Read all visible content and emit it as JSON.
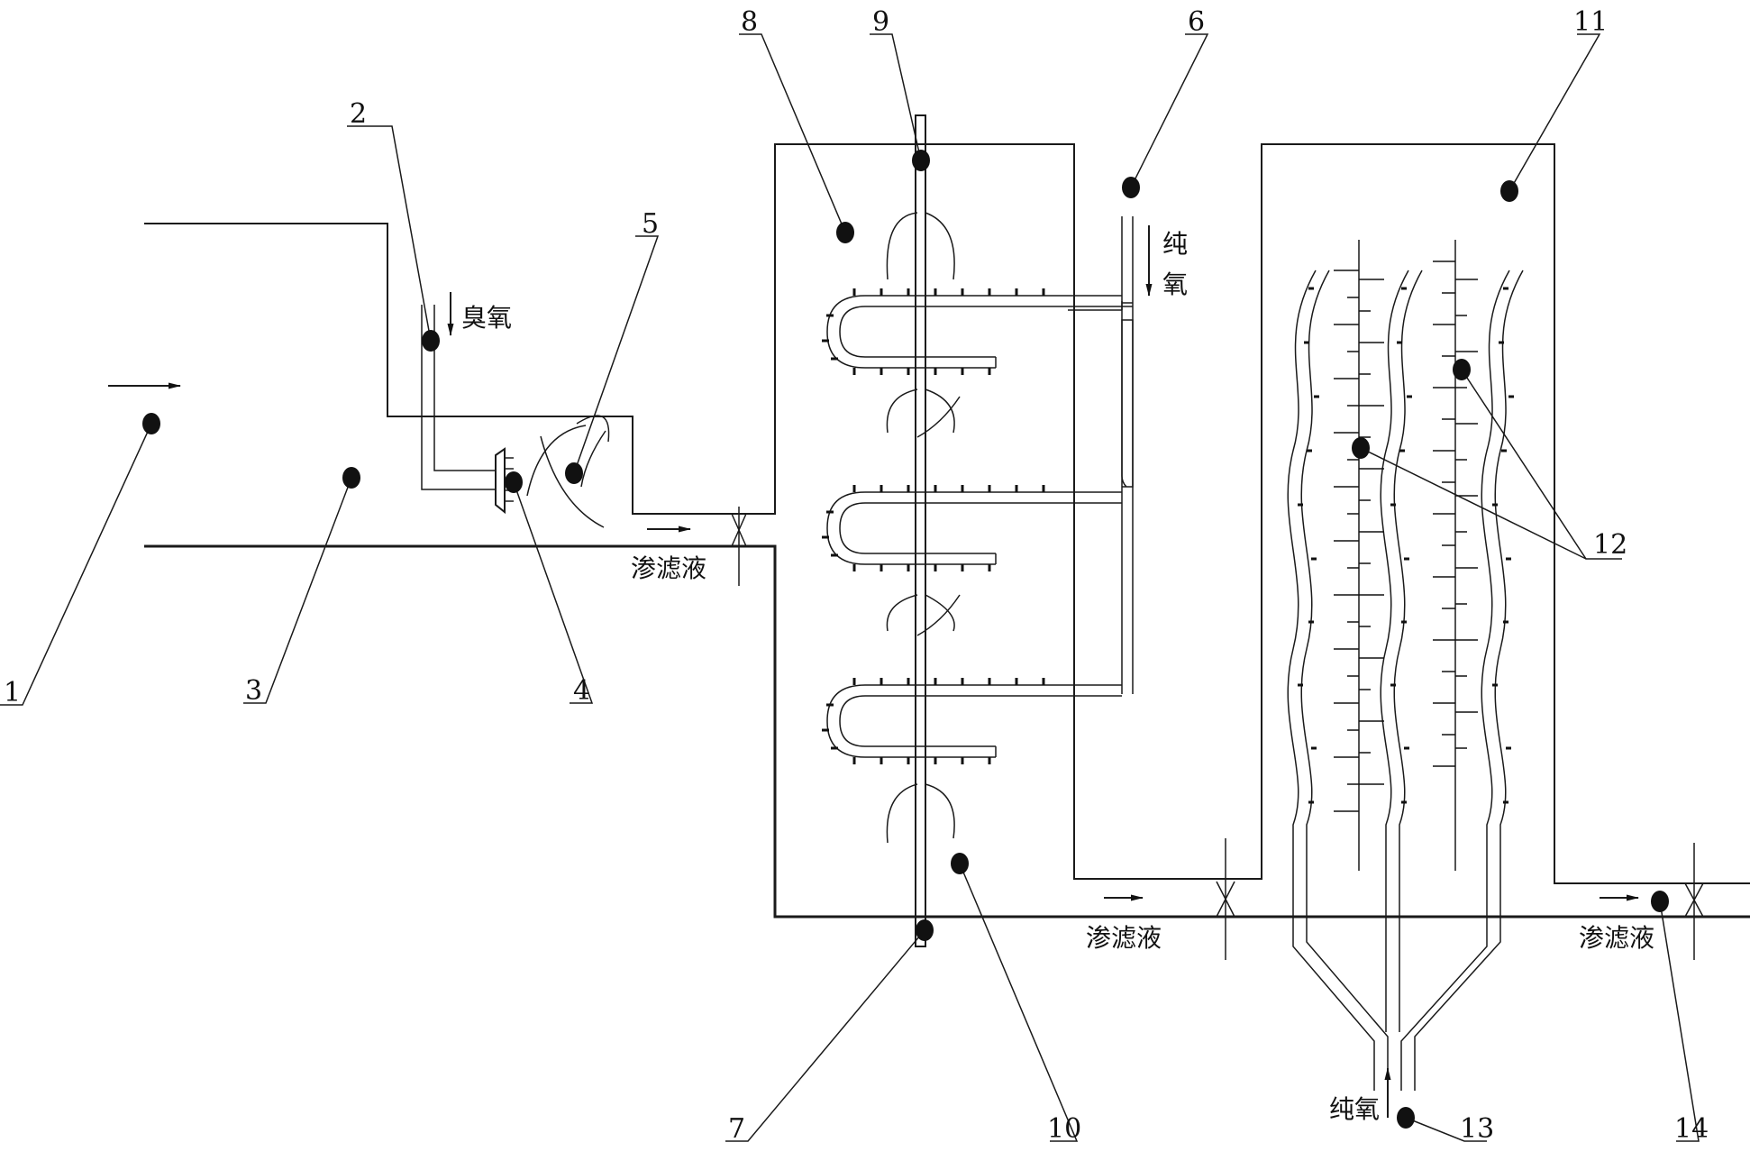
{
  "diagram": {
    "labels": {
      "n1": "1",
      "n2": "2",
      "n3": "3",
      "n4": "4",
      "n5": "5",
      "n6": "6",
      "n7": "7",
      "n8": "8",
      "n9": "9",
      "n10": "10",
      "n11": "11",
      "n12": "12",
      "n13": "13",
      "n14": "14"
    },
    "text": {
      "ozone": "臭氧",
      "pure_oxygen_1": "纯",
      "pure_oxygen_2": "氧",
      "pure_oxygen_bottom": "纯氧",
      "leachate_1": "渗滤液",
      "leachate_2": "渗滤液",
      "leachate_3": "渗滤液"
    }
  }
}
